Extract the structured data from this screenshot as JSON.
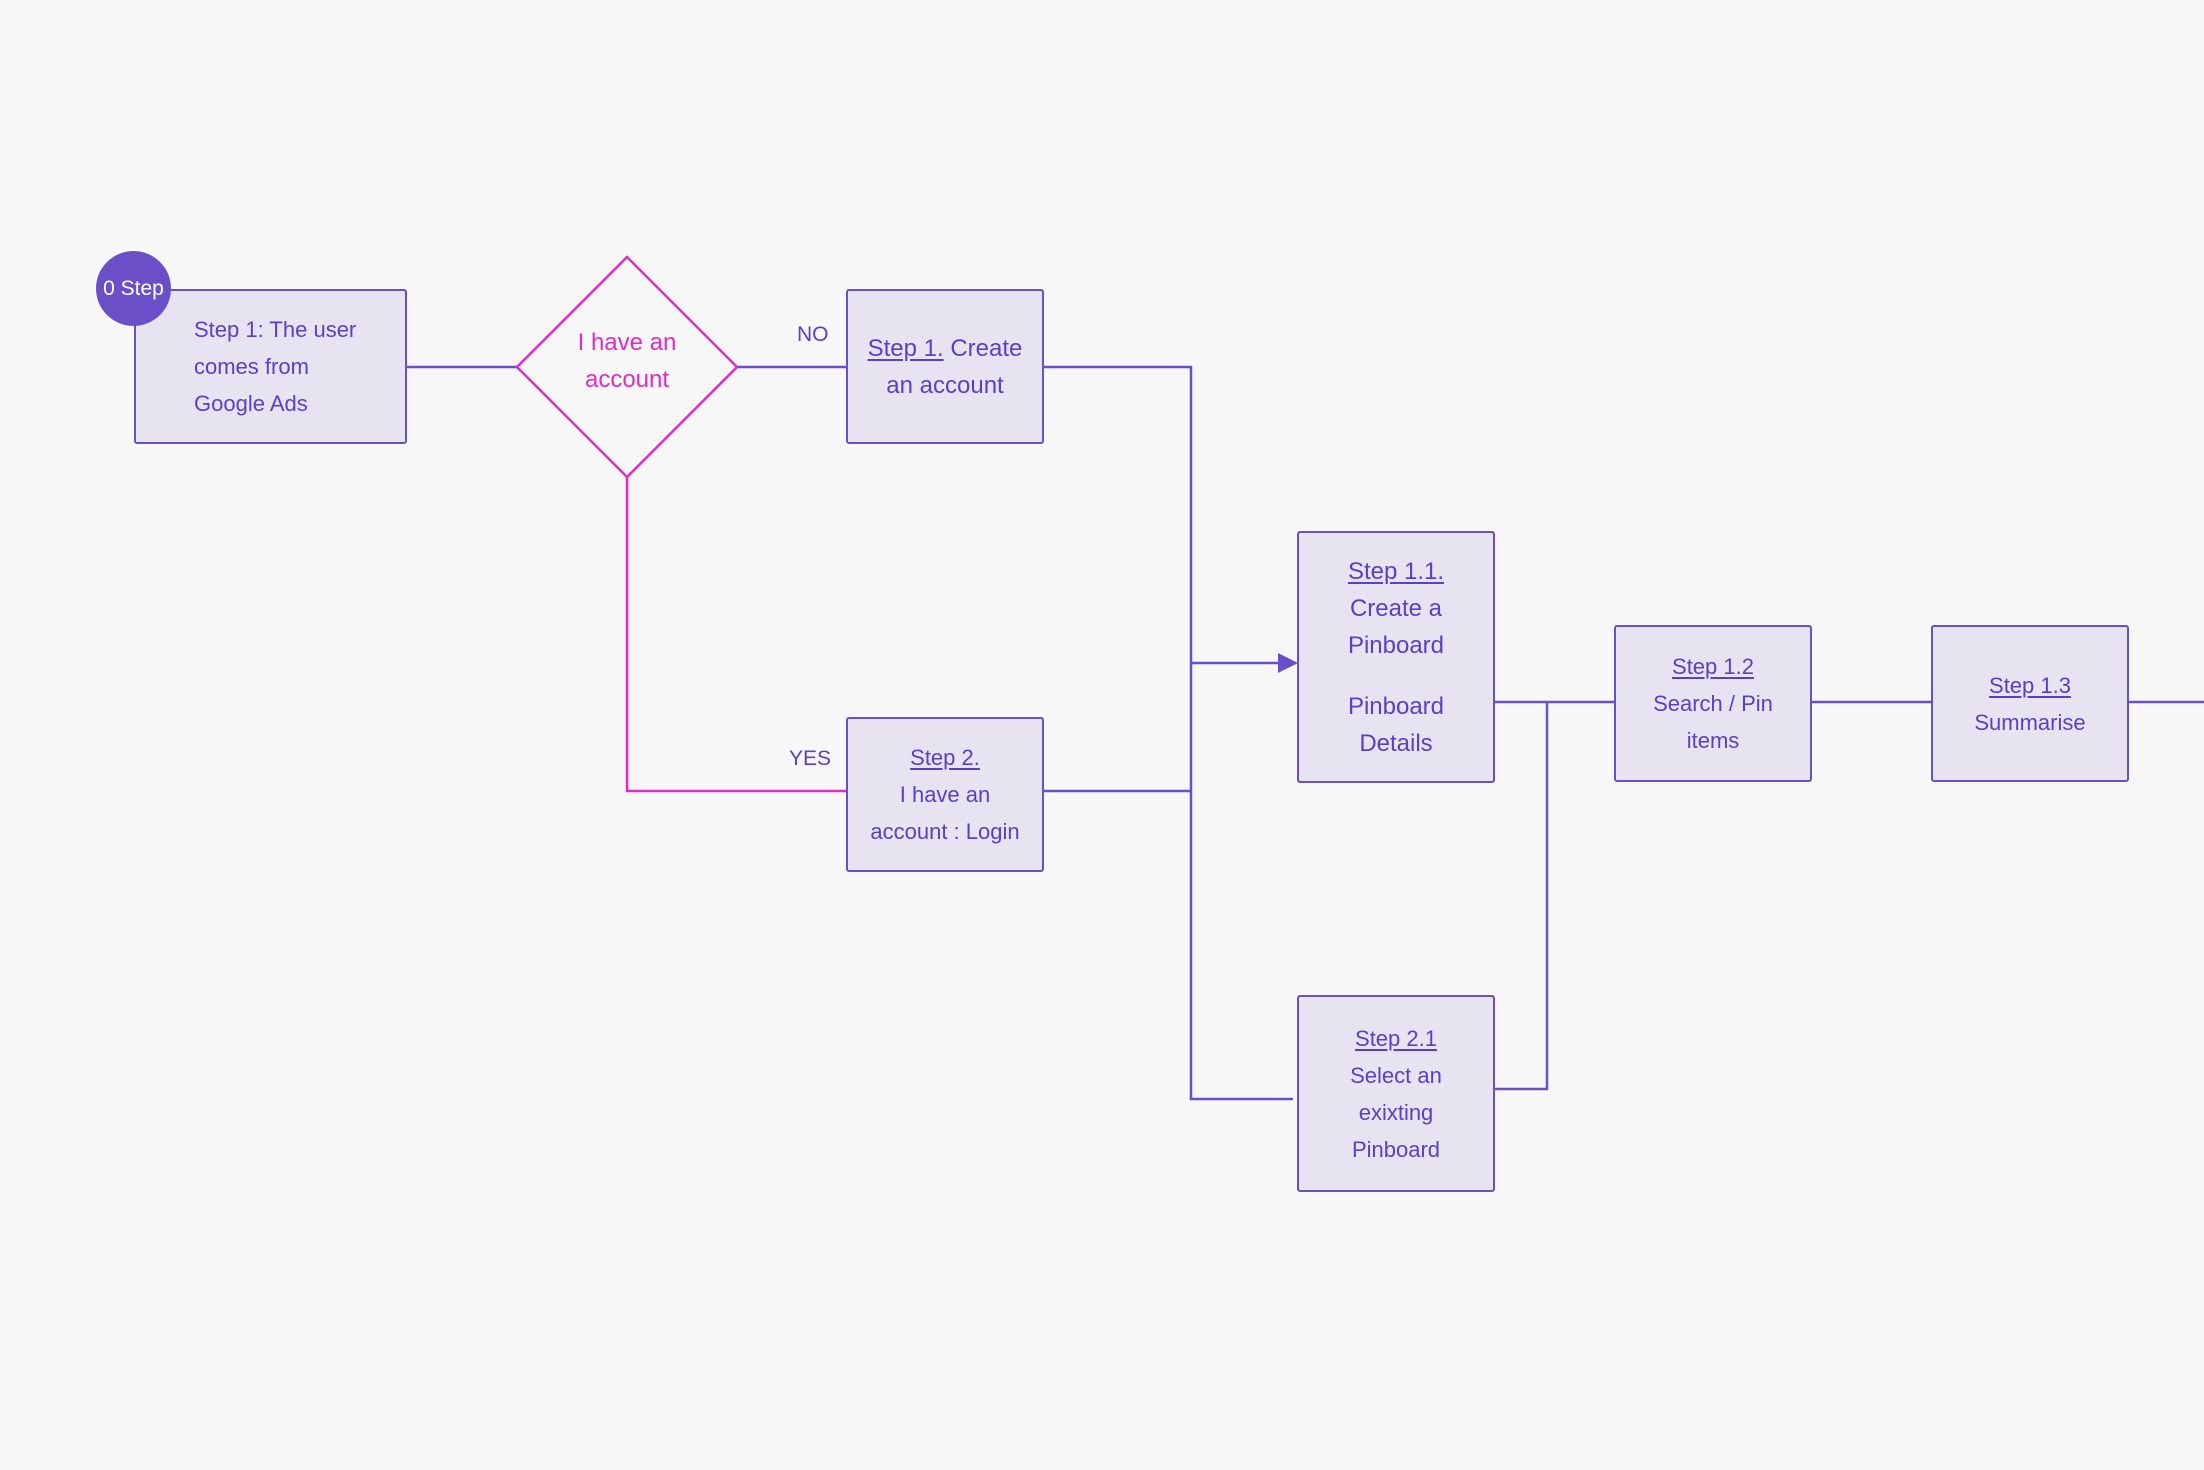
{
  "colors": {
    "background": "#f8f7f8",
    "node_fill": "#e7e3f1",
    "node_border": "#6a4fc8",
    "node_text": "#5b3fc4",
    "decision_color": "#e02bc9",
    "badge_fill": "#6a4fc8"
  },
  "badge": {
    "label": "0 Step"
  },
  "nodes": {
    "entry": {
      "line1": "Step 1: The user",
      "line2": "comes from",
      "line3": "Google Ads"
    },
    "decision": {
      "line1": "I have an",
      "line2": "account"
    },
    "create_account": {
      "link": "Step 1.",
      "text_a": " Create",
      "line2": "an account"
    },
    "login": {
      "link": "Step 2.",
      "line2": "I have an",
      "line3": "account : Login"
    },
    "create_pinboard": {
      "link": "Step 1.1.",
      "line2": "Create a",
      "line3": "Pinboard",
      "line4": "Pinboard",
      "line5": "Details"
    },
    "search_pin": {
      "link": "Step 1.2",
      "line2": "Search / Pin",
      "line3": "items"
    },
    "summarise": {
      "link": "Step 1.3",
      "line2": "Summarise"
    },
    "select_pinboard": {
      "link": "Step 2.1",
      "line2": "Select an",
      "line3": "exixting",
      "line4": "Pinboard"
    }
  },
  "edge_labels": {
    "no": "NO",
    "yes": "YES"
  }
}
